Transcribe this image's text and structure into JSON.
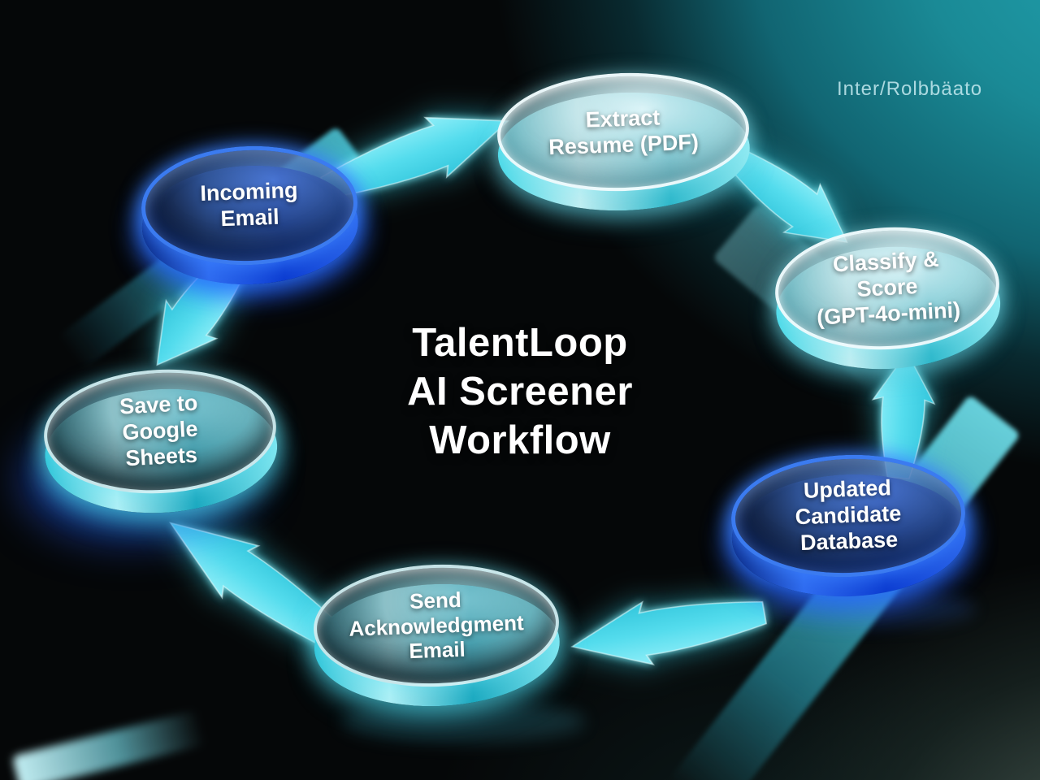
{
  "title": {
    "text": "TalentLoop\nAI Screener\nWorkflow"
  },
  "watermark": {
    "text": "Inter/Rolbbäato"
  },
  "colors": {
    "accent_cyan": "#54E0F0",
    "accent_blue": "#2F7BFF",
    "teal_background": "#1A8A96",
    "text": "#FFFFFF"
  },
  "workflow": {
    "name": "TalentLoop AI Screener Workflow",
    "nodes": [
      {
        "id": "incoming-email",
        "label": "Incoming\nEmail",
        "style": "blue-neon-ring"
      },
      {
        "id": "extract-resume",
        "label": "Extract\nResume (PDF)",
        "style": "glass-teal"
      },
      {
        "id": "classify-score",
        "label": "Classify &\nScore\n(GPT-4o-mini)",
        "style": "glass-teal"
      },
      {
        "id": "updated-candidate-database",
        "label": "Updated\nCandidate\nDatabase",
        "style": "blue-neon-ring"
      },
      {
        "id": "send-acknowledgment-email",
        "label": "Send\nAcknowledgment\nEmail",
        "style": "glass-dark"
      },
      {
        "id": "save-google-sheets",
        "label": "Save to\nGoogle\nSheets",
        "style": "glass-dark"
      }
    ],
    "arrows": [
      {
        "id": "incoming-to-extract",
        "from": "incoming-email",
        "to": "extract-resume",
        "direction": "up-right"
      },
      {
        "id": "extract-to-classify",
        "from": "extract-resume",
        "to": "classify-score",
        "direction": "down-right"
      },
      {
        "id": "database-to-classify",
        "from": "updated-candidate-database",
        "to": "classify-score",
        "direction": "up"
      },
      {
        "id": "database-to-send-ack",
        "from": "updated-candidate-database",
        "to": "send-acknowledgment-email",
        "direction": "left"
      },
      {
        "id": "send-ack-to-save",
        "from": "send-acknowledgment-email",
        "to": "save-google-sheets",
        "direction": "up-left"
      },
      {
        "id": "incoming-to-save",
        "from": "incoming-email",
        "to": "save-google-sheets",
        "direction": "down"
      }
    ]
  }
}
